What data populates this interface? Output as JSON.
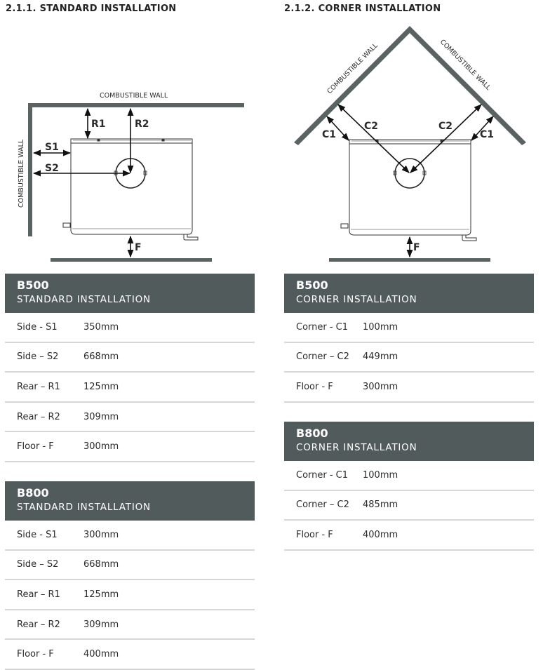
{
  "headings": {
    "standard": "2.1.1.  STANDARD INSTALLATION",
    "corner": "2.1.2.  CORNER INSTALLATION"
  },
  "diagram_standard": {
    "wall_top": "COMBUSTIBLE WALL",
    "wall_side": "COMBUSTIBLE WALL",
    "labels": {
      "r1": "R1",
      "r2": "R2",
      "s1": "S1",
      "s2": "S2",
      "f": "F"
    }
  },
  "diagram_corner": {
    "wall_left": "COMBUSTIBLE WALL",
    "wall_right": "COMBUSTIBLE WALL",
    "labels": {
      "c1_left": "C1",
      "c2_left": "C2",
      "c2_right": "C2",
      "c1_right": "C1",
      "f": "F"
    }
  },
  "tables": {
    "b500_standard": {
      "model": "B500",
      "subtitle": "STANDARD INSTALLATION",
      "rows": [
        {
          "label": "Side - S1",
          "value": "350mm"
        },
        {
          "label": "Side – S2",
          "value": "668mm"
        },
        {
          "label": "Rear – R1",
          "value": "125mm"
        },
        {
          "label": "Rear – R2",
          "value": "309mm"
        },
        {
          "label": "Floor - F",
          "value": "300mm"
        }
      ]
    },
    "b800_standard": {
      "model": "B800",
      "subtitle": "STANDARD INSTALLATION",
      "rows": [
        {
          "label": "Side - S1",
          "value": "300mm"
        },
        {
          "label": "Side – S2",
          "value": "668mm"
        },
        {
          "label": "Rear – R1",
          "value": "125mm"
        },
        {
          "label": "Rear – R2",
          "value": "309mm"
        },
        {
          "label": "Floor - F",
          "value": "400mm"
        }
      ]
    },
    "b500_corner": {
      "model": "B500",
      "subtitle": "CORNER INSTALLATION",
      "rows": [
        {
          "label": "Corner - C1",
          "value": "100mm"
        },
        {
          "label": "Corner – C2",
          "value": "449mm"
        },
        {
          "label": "Floor - F",
          "value": "300mm"
        }
      ]
    },
    "b800_corner": {
      "model": "B800",
      "subtitle": "CORNER INSTALLATION",
      "rows": [
        {
          "label": "Corner - C1",
          "value": "100mm"
        },
        {
          "label": "Corner – C2",
          "value": "485mm"
        },
        {
          "label": "Floor - F",
          "value": "400mm"
        }
      ]
    }
  }
}
